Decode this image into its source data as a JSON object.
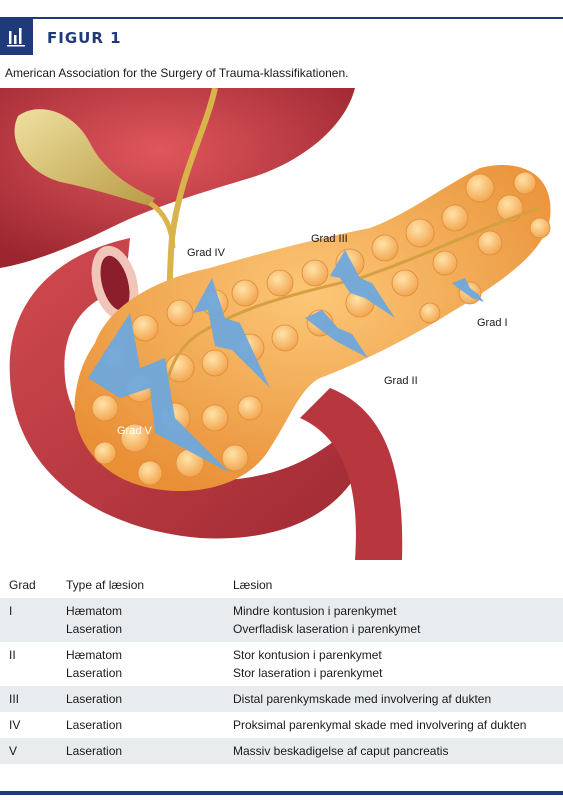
{
  "figure": {
    "title": "FIGUR 1",
    "icon": "bar-chart-icon",
    "caption": "American Association for the Surgery of Trauma-klassifikationen."
  },
  "illustration": {
    "labels": [
      "Grad I",
      "Grad II",
      "Grad III",
      "Grad IV",
      "Grad V"
    ]
  },
  "table": {
    "headers": [
      "Grad",
      "Type af læsion",
      "Læsion"
    ],
    "rows": [
      {
        "grade": "I",
        "type": [
          "Hæmatom",
          "Laseration"
        ],
        "lesion": [
          "Mindre kontusion i parenkymet",
          "Overfladisk laseration i parenkymet"
        ]
      },
      {
        "grade": "II",
        "type": [
          "Hæmatom",
          "Laseration"
        ],
        "lesion": [
          "Stor kontusion i parenkymet",
          "Stor laseration i parenkymet"
        ]
      },
      {
        "grade": "III",
        "type": [
          "Laseration"
        ],
        "lesion": [
          "Distal parenkymskade med involvering af dukten"
        ]
      },
      {
        "grade": "IV",
        "type": [
          "Laseration"
        ],
        "lesion": [
          "Proksimal parenkymal skade med involvering af dukten"
        ]
      },
      {
        "grade": "V",
        "type": [
          "Laseration"
        ],
        "lesion": [
          "Massiv beskadigelse af caput pancreatis"
        ]
      }
    ]
  },
  "colors": {
    "brand": "#1f3a7a",
    "row_shade": "#e9ecef",
    "pancreas": "#f2a64a",
    "organ_red": "#b5323a",
    "lightning": "#6fa8dc"
  }
}
